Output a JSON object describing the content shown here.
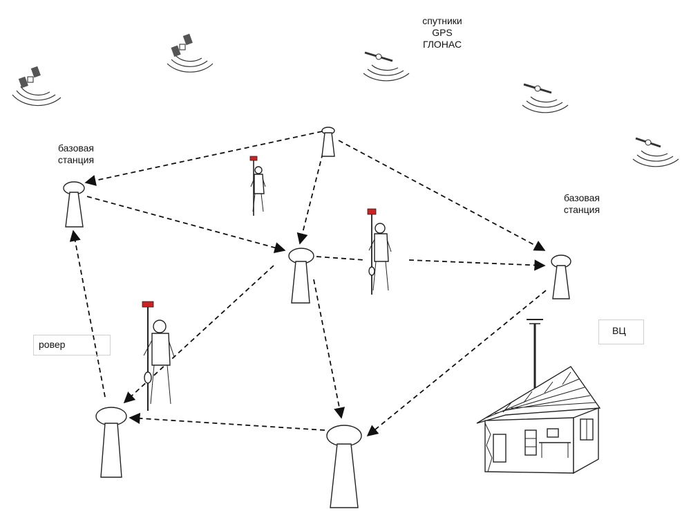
{
  "labels": {
    "satellites": [
      "спутники",
      "GPS",
      "ГЛОНАС"
    ],
    "base_station_left": [
      "базовая",
      "станция"
    ],
    "base_station_right": [
      "базовая",
      "станция"
    ],
    "rover": "ровер",
    "computing_center": "ВЦ"
  },
  "colors": {
    "line": "#111111",
    "receiver_red": "#cc2222",
    "background": "#ffffff"
  },
  "icons": [
    "satellite-icon",
    "survey-monument-icon",
    "rover-surveyor-icon",
    "computing-center-building-icon",
    "antenna-mast-icon"
  ]
}
